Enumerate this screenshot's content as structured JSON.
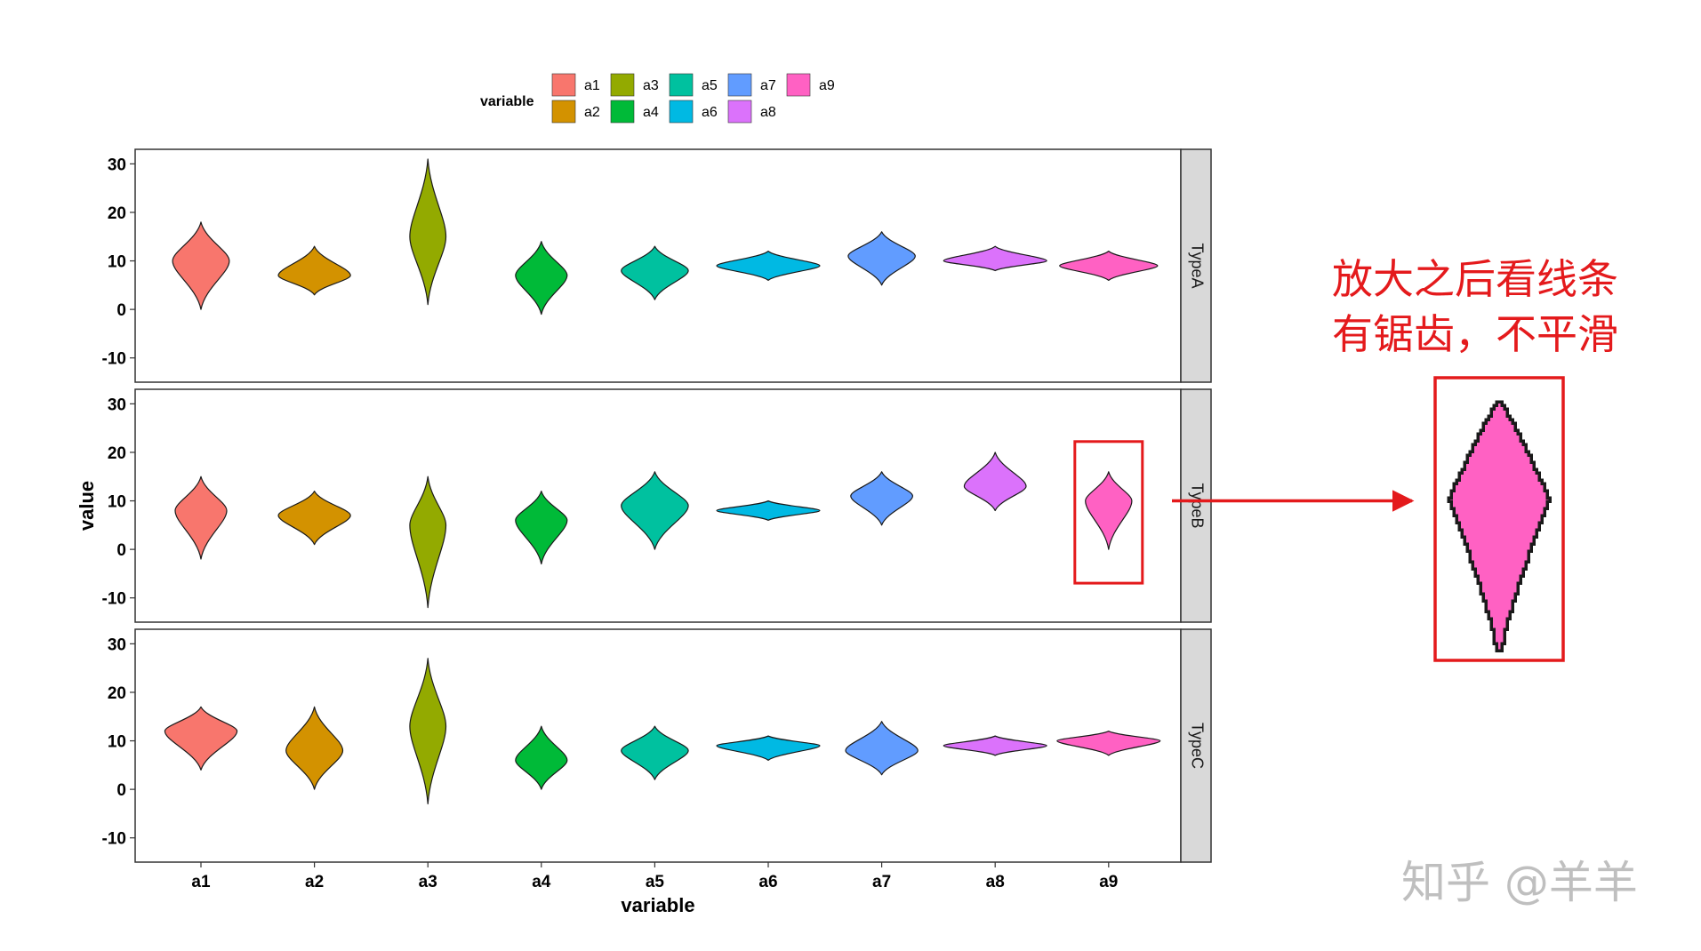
{
  "annotation": {
    "line1": "放大之后看线条",
    "line2": "有锯齿，不平滑",
    "color": "#e41a1c"
  },
  "watermark": "知乎 @羊羊",
  "chart_data": {
    "type": "violin",
    "xlabel": "variable",
    "ylabel": "value",
    "ylim": [
      -15,
      33
    ],
    "yticks": [
      30,
      20,
      10,
      0,
      -10
    ],
    "categories": [
      "a1",
      "a2",
      "a3",
      "a4",
      "a5",
      "a6",
      "a7",
      "a8",
      "a9"
    ],
    "legend": {
      "title": "variable",
      "placement": "top",
      "entries": [
        {
          "name": "a1",
          "color": "#F8766D"
        },
        {
          "name": "a2",
          "color": "#D39200"
        },
        {
          "name": "a3",
          "color": "#93AA00"
        },
        {
          "name": "a4",
          "color": "#00BA38"
        },
        {
          "name": "a5",
          "color": "#00C19F"
        },
        {
          "name": "a6",
          "color": "#00B9E3"
        },
        {
          "name": "a7",
          "color": "#619CFF"
        },
        {
          "name": "a8",
          "color": "#DB72FB"
        },
        {
          "name": "a9",
          "color": "#FF61C3"
        }
      ]
    },
    "grid": false,
    "facets": [
      {
        "label": "TypeA",
        "violins": [
          {
            "category": "a1",
            "min": 0,
            "center": 10,
            "max": 18,
            "peak": 0.55
          },
          {
            "category": "a2",
            "min": 3,
            "center": 7,
            "max": 13,
            "peak": 0.7
          },
          {
            "category": "a3",
            "min": 1,
            "center": 15,
            "max": 31,
            "peak": 0.35
          },
          {
            "category": "a4",
            "min": -1,
            "center": 7,
            "max": 14,
            "peak": 0.5
          },
          {
            "category": "a5",
            "min": 2,
            "center": 8,
            "max": 13,
            "peak": 0.65
          },
          {
            "category": "a6",
            "min": 6,
            "center": 9,
            "max": 12,
            "peak": 1.0
          },
          {
            "category": "a7",
            "min": 5,
            "center": 11,
            "max": 16,
            "peak": 0.65
          },
          {
            "category": "a8",
            "min": 8,
            "center": 10,
            "max": 13,
            "peak": 1.0
          },
          {
            "category": "a9",
            "min": 6,
            "center": 9,
            "max": 12,
            "peak": 0.95
          }
        ]
      },
      {
        "label": "TypeB",
        "violins": [
          {
            "category": "a1",
            "min": -2,
            "center": 8,
            "max": 15,
            "peak": 0.5
          },
          {
            "category": "a2",
            "min": 1,
            "center": 7,
            "max": 12,
            "peak": 0.7
          },
          {
            "category": "a3",
            "min": -12,
            "center": 5,
            "max": 15,
            "peak": 0.35
          },
          {
            "category": "a4",
            "min": -3,
            "center": 6,
            "max": 12,
            "peak": 0.5
          },
          {
            "category": "a5",
            "min": 0,
            "center": 9,
            "max": 16,
            "peak": 0.65
          },
          {
            "category": "a6",
            "min": 6,
            "center": 8,
            "max": 10,
            "peak": 1.0
          },
          {
            "category": "a7",
            "min": 5,
            "center": 11,
            "max": 16,
            "peak": 0.6
          },
          {
            "category": "a8",
            "min": 8,
            "center": 13,
            "max": 20,
            "peak": 0.6
          },
          {
            "category": "a9",
            "min": 0,
            "center": 10,
            "max": 16,
            "peak": 0.45
          }
        ]
      },
      {
        "label": "TypeC",
        "violins": [
          {
            "category": "a1",
            "min": 4,
            "center": 12,
            "max": 17,
            "peak": 0.7
          },
          {
            "category": "a2",
            "min": 0,
            "center": 8,
            "max": 17,
            "peak": 0.55
          },
          {
            "category": "a3",
            "min": -3,
            "center": 13,
            "max": 27,
            "peak": 0.35
          },
          {
            "category": "a4",
            "min": 0,
            "center": 6,
            "max": 13,
            "peak": 0.5
          },
          {
            "category": "a5",
            "min": 2,
            "center": 8,
            "max": 13,
            "peak": 0.65
          },
          {
            "category": "a6",
            "min": 6,
            "center": 9,
            "max": 11,
            "peak": 1.0
          },
          {
            "category": "a7",
            "min": 3,
            "center": 8,
            "max": 14,
            "peak": 0.7
          },
          {
            "category": "a8",
            "min": 7,
            "center": 9,
            "max": 11,
            "peak": 1.0
          },
          {
            "category": "a9",
            "min": 7,
            "center": 10,
            "max": 12,
            "peak": 1.0
          }
        ]
      }
    ],
    "highlight": {
      "facet": "TypeB",
      "category": "a9",
      "zoomed_copy": true
    }
  }
}
